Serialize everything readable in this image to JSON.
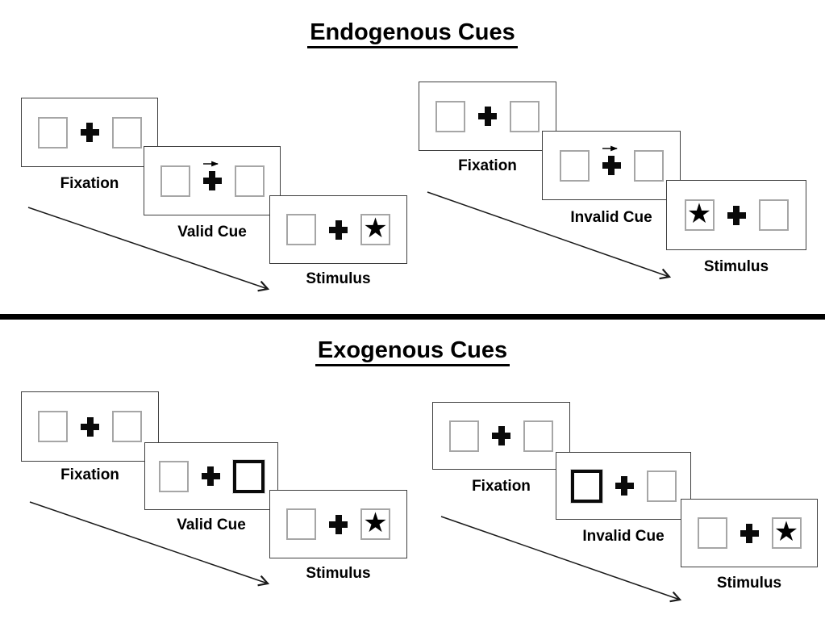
{
  "diagram": {
    "background": "#ffffff",
    "ink_color": "#000000",
    "panel_border_color": "#3f3f3f",
    "square_border_color": "#a6a6a6",
    "divider_color": "#000000",
    "star_char": "★",
    "sections": [
      {
        "title": "Endogenous Cues",
        "sequences": [
          {
            "type": "valid",
            "panels": [
              {
                "label": "Fixation"
              },
              {
                "label": "Valid Cue",
                "cue": "central-arrow-right"
              },
              {
                "label": "Stimulus",
                "star_side": "right"
              }
            ]
          },
          {
            "type": "invalid",
            "panels": [
              {
                "label": "Fixation"
              },
              {
                "label": "Invalid Cue",
                "cue": "central-arrow-right"
              },
              {
                "label": "Stimulus",
                "star_side": "left"
              }
            ]
          }
        ]
      },
      {
        "title": "Exogenous Cues",
        "sequences": [
          {
            "type": "valid",
            "panels": [
              {
                "label": "Fixation"
              },
              {
                "label": "Valid Cue",
                "cue": "thick-box-right"
              },
              {
                "label": "Stimulus",
                "star_side": "right"
              }
            ]
          },
          {
            "type": "invalid",
            "panels": [
              {
                "label": "Fixation"
              },
              {
                "label": "Invalid Cue",
                "cue": "thick-box-left"
              },
              {
                "label": "Stimulus",
                "star_side": "right"
              }
            ]
          }
        ]
      }
    ]
  }
}
